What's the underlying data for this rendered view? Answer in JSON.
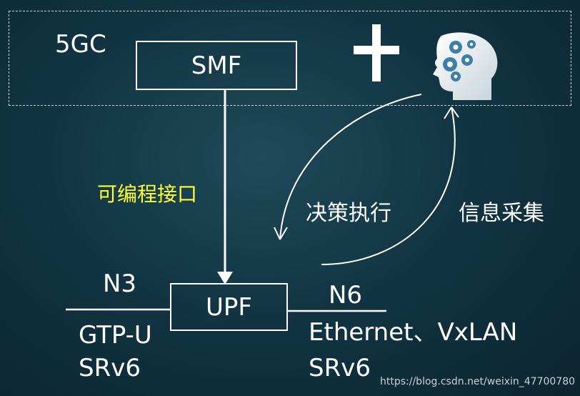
{
  "core_label": "5GC",
  "smf_label": "SMF",
  "plus_sign": "+",
  "interface_label": "可编程接口",
  "upf_label": "UPF",
  "n3_label": "N3",
  "n6_label": "N6",
  "n3_protocols": [
    "GTP-U",
    "SRv6"
  ],
  "n6_protocols": [
    "Ethernet、VxLAN",
    "SRv6"
  ],
  "decision_label": "决策执行",
  "collection_label": "信息采集",
  "watermark": "https://blog.csdn.net/weixin_47700780",
  "colors": {
    "background": "#123543",
    "highlight_text": "#ffff33",
    "line": "#ffffff",
    "gear": "#3d7fa8"
  },
  "icons": [
    "brain-gears-icon"
  ]
}
